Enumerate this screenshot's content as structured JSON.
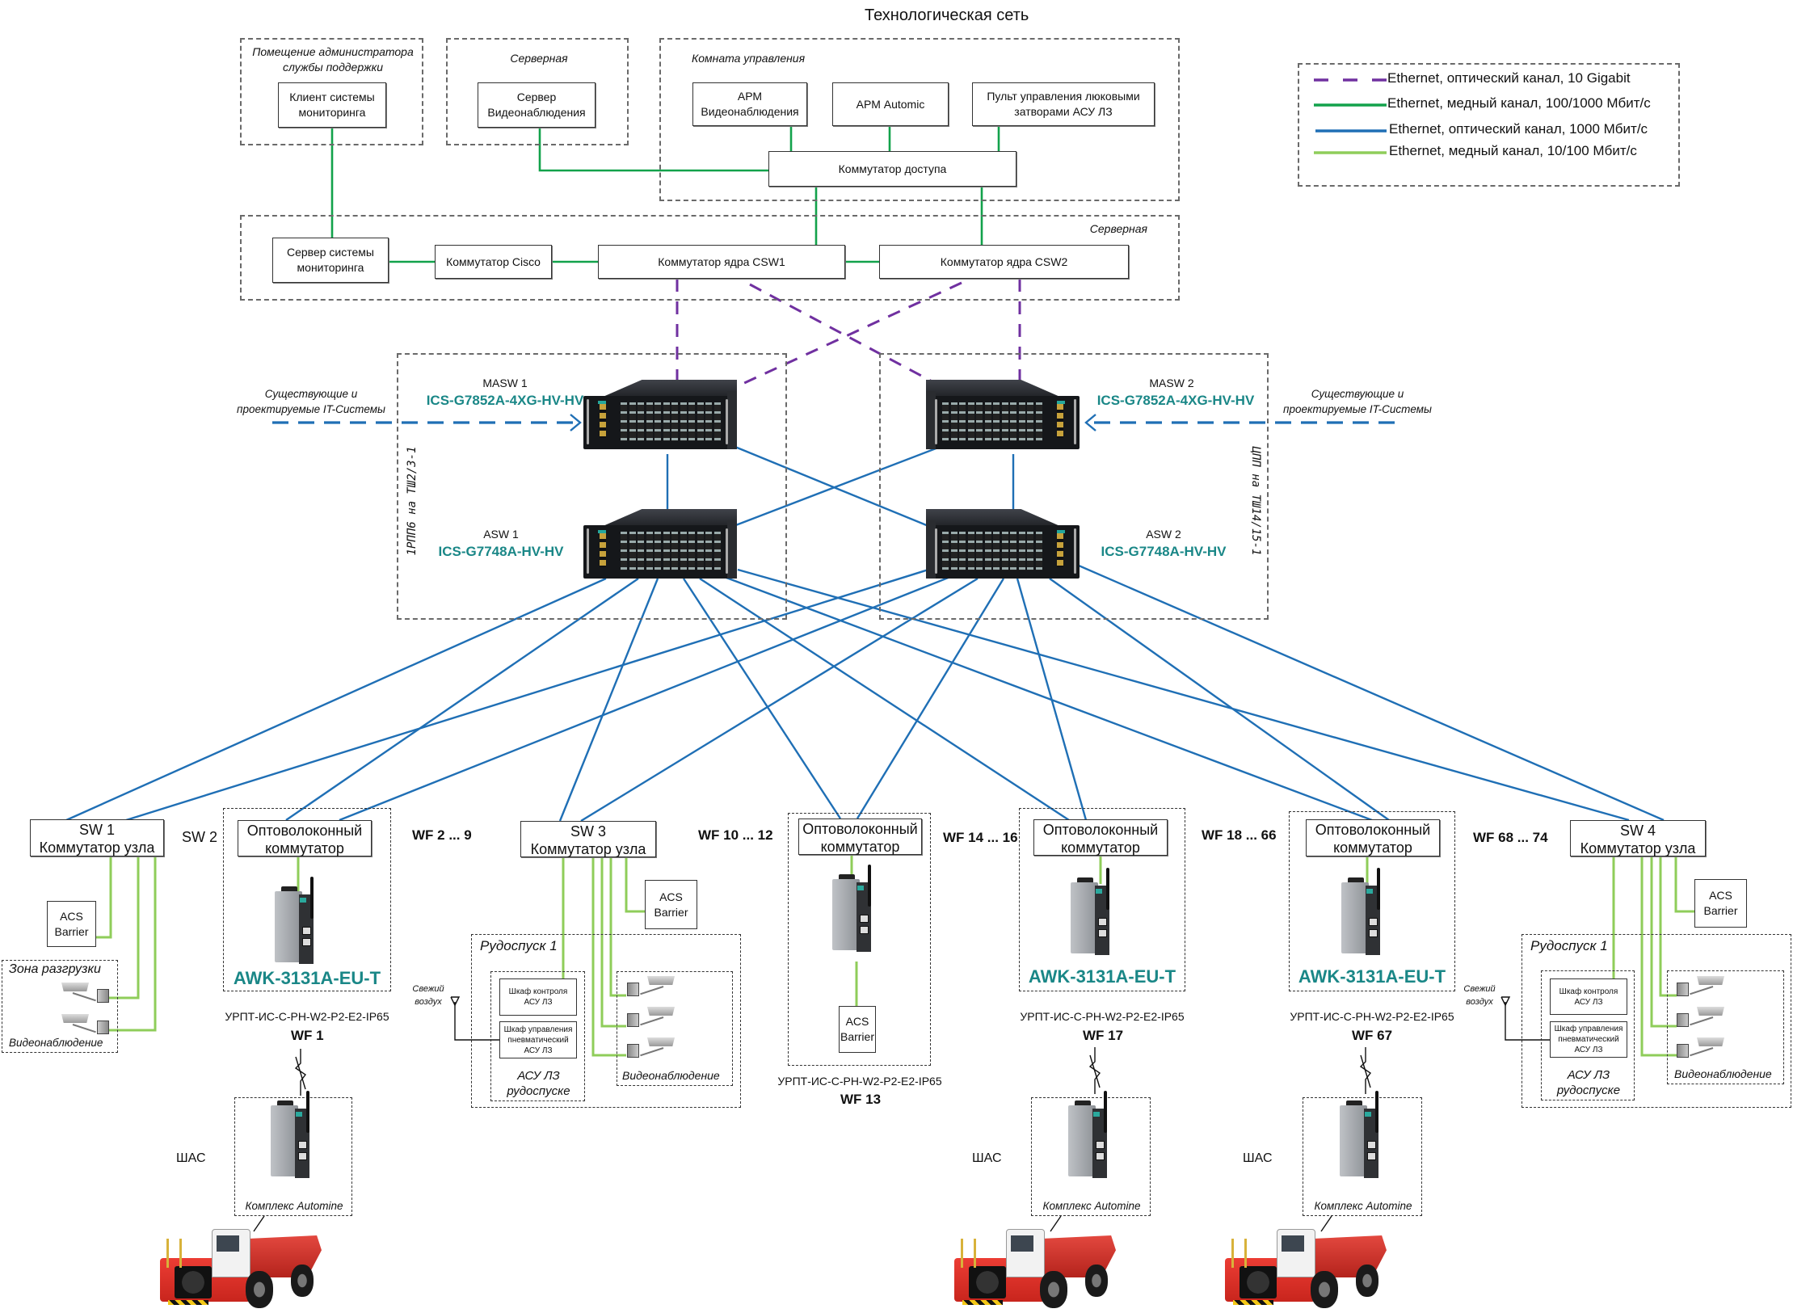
{
  "title": "Технологическая сеть",
  "legend": {
    "items": [
      {
        "label": "Ethernet, оптический канал, 10 Gigabit",
        "color": "#7030a0",
        "style": "dashed"
      },
      {
        "label": "Ethernet, медный канал, 100/1000 Мбит/с",
        "color": "#12a24b",
        "style": "solid"
      },
      {
        "label": "Ethernet, оптический канал, 1000 Мбит/с",
        "color": "#1f6fb5",
        "style": "solid"
      },
      {
        "label": "Ethernet, медный канал, 10/100 Мбит/с",
        "color": "#8fcd5a",
        "style": "solid"
      }
    ]
  },
  "colors": {
    "fiber10g": "#7030a0",
    "copper1000": "#12a24b",
    "fiber1000": "#1f6fb5",
    "copper100": "#8fcd5a",
    "model_text": "#1a8787"
  },
  "top": {
    "admin_zone": "Помещение администратора службы поддержки",
    "monitoring_client": "Клиент системы мониторинга",
    "server_zone": "Серверная",
    "video_server": "Сервер Видеонаблюдения",
    "control_zone": "Комната управления",
    "arm_video": "АРМ Видеонаблюдения",
    "arm_automic": "АРМ Automic",
    "hatch_panel": "Пульт управления люковыми затворами АСУ ЛЗ",
    "access_switch": "Коммутатор доступа"
  },
  "core": {
    "zone": "Серверная",
    "monitoring_server": "Сервер системы мониторинга",
    "cisco": "Коммутатор Cisco",
    "csw1": "Коммутатор ядра CSW1",
    "csw2": "Коммутатор ядра CSW2"
  },
  "aggregation": {
    "left_location": "1РПП6 на ТШ2/3-1",
    "right_location": "ЦПП на ТШ14/15-1",
    "masw1": {
      "name": "MASW 1",
      "model": "ICS-G7852A-4XG-HV-HV"
    },
    "masw2": {
      "name": "MASW 2",
      "model": "ICS-G7852A-4XG-HV-HV"
    },
    "asw1": {
      "name": "ASW 1",
      "model": "ICS-G7748A-HV-HV"
    },
    "asw2": {
      "name": "ASW 2",
      "model": "ICS-G7748A-HV-HV"
    },
    "it_systems": "Существующие и проектируемые IT-Системы"
  },
  "nodes": {
    "sw1": {
      "title": "SW 1",
      "subtitle": "Коммутатор узла"
    },
    "sw2_label": "SW 2",
    "sw3": {
      "title": "SW 3",
      "subtitle": "Коммутатор узла"
    },
    "sw4": {
      "title": "SW 4",
      "subtitle": "Коммутатор узла"
    },
    "opto_label": "Оптоволоконный коммутатор",
    "awk_model": "AWK-3131A-EU-T",
    "urpt": "УРПТ-ИС-С-PH-W2-P2-E2-IP65",
    "wf_groups": [
      "WF 2 ... 9",
      "WF 10 ...  12",
      "WF 14 ...  16",
      "WF 18 ...  66",
      "WF 68 ... 74"
    ],
    "wf_points": [
      "WF 1",
      "WF 13",
      "WF 17",
      "WF 67"
    ],
    "acs": "ACS Barrier",
    "unload_zone": "Зона разгрузки",
    "video": "Видеонаблюдение",
    "ore_pass": "Рудоспуск 1",
    "control_cabinet": "Шкаф контроля АСУ ЛЗ",
    "pneumatic_cabinet": "Шкаф управления пневматический АСУ ЛЗ",
    "asu_lz": "АСУ ЛЗ рудоспуске",
    "fresh_air": "Свежий воздух",
    "shas": "ШАС",
    "automine": "Комплекс Automine"
  }
}
